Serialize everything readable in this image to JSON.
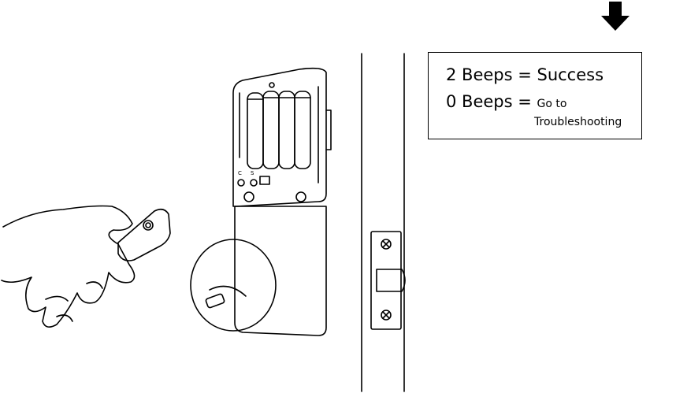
{
  "callout": {
    "success_text": "2 Beeps = Success",
    "fail_prefix": "0 Beeps =",
    "fail_action_line1": "Go to",
    "fail_action_line2": "Troubleshooting"
  },
  "lock_labels": {
    "button_c": "C",
    "button_s": "S"
  },
  "icons": {
    "arrow": "down-arrow-icon",
    "remote": "remote-fob-icon"
  },
  "colors": {
    "line": "#000000",
    "background": "#ffffff"
  }
}
